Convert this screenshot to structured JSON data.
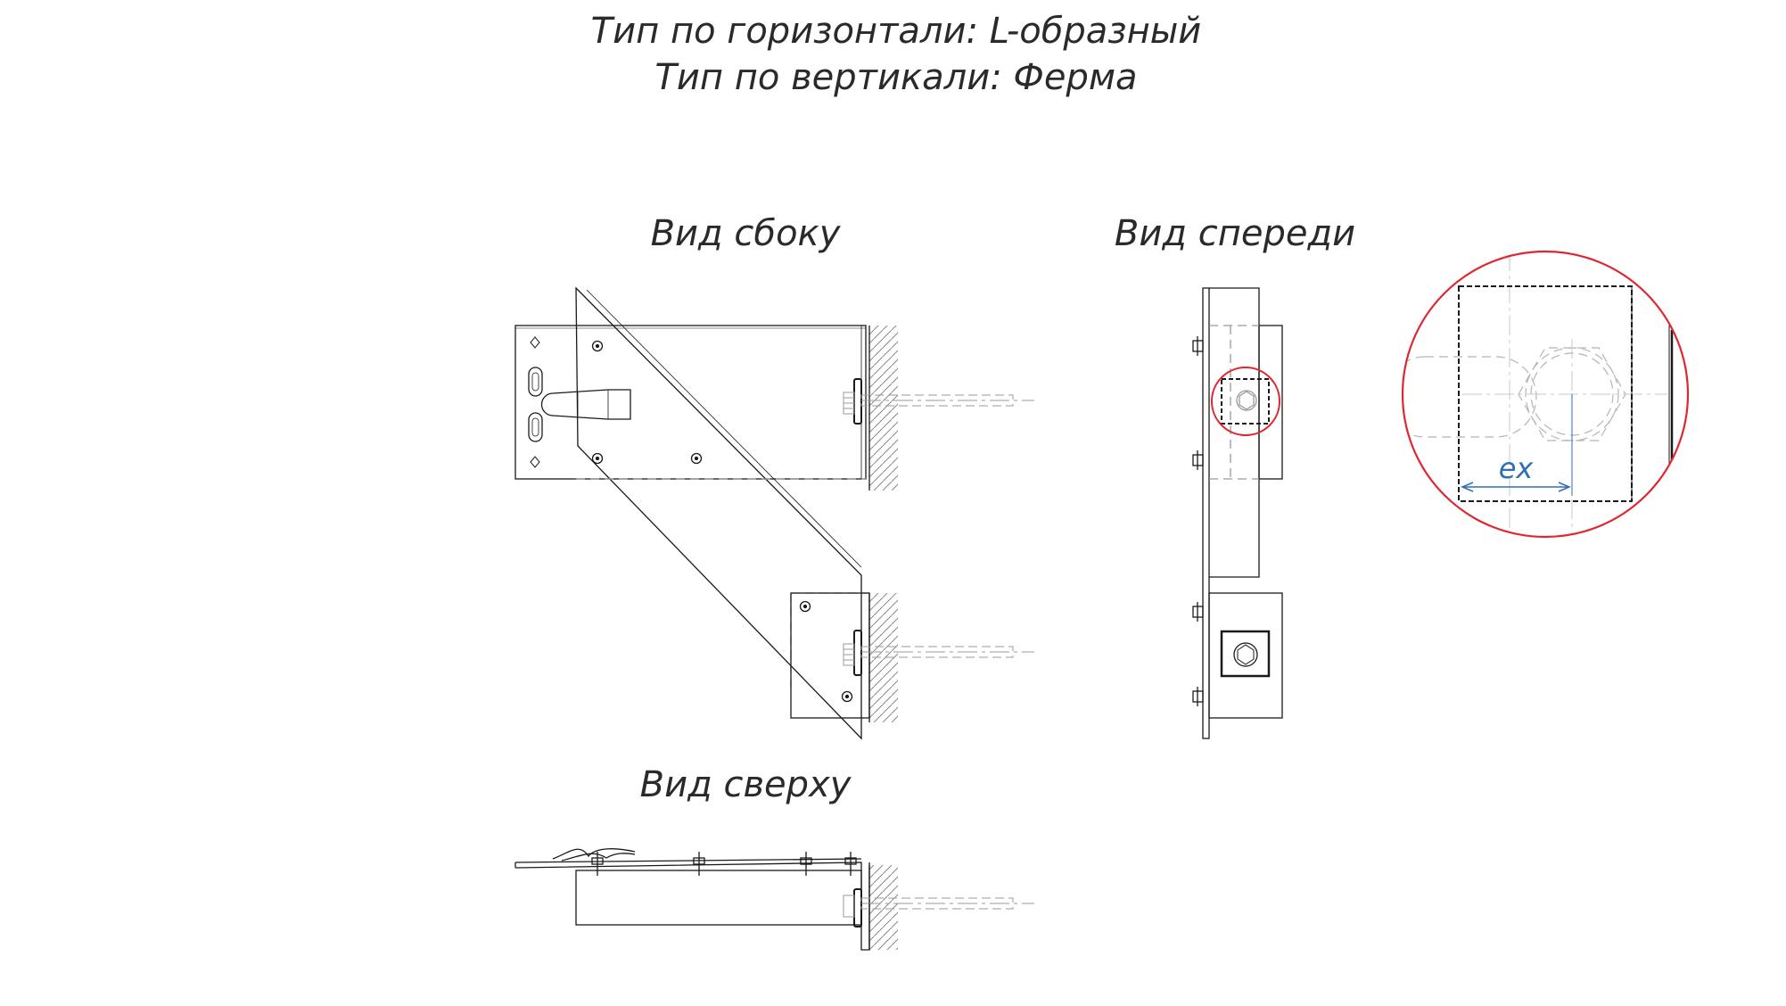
{
  "header": {
    "horizontal_type": "Тип по горизонтали: L-образный",
    "vertical_type": "Тип по вертикали: Ферма"
  },
  "views": {
    "side": "Вид сбоку",
    "front": "Вид спереди",
    "top": "Вид сверху"
  },
  "detail": {
    "dimension_label": "ex"
  },
  "colors": {
    "line": "#1a1a1a",
    "hidden": "#9a9a9a",
    "highlight": "#e0262e",
    "dimension": "#2f6fb3"
  }
}
